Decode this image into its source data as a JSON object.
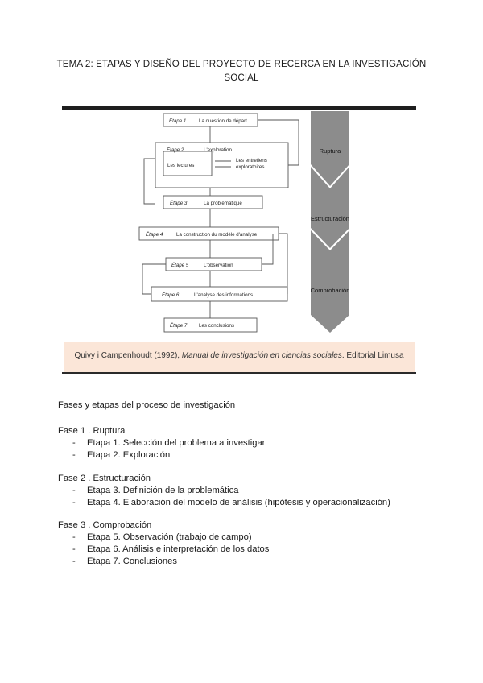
{
  "title_line1": "TEMA 2: ETAPAS Y DISEÑO DEL PROYECTO DE RECERCA EN LA INVESTIGACIÓN",
  "title_line2": "SOCIAL",
  "diagram": {
    "boxes": [
      {
        "label": "Étape 1",
        "text": "La question de départ"
      },
      {
        "label": "Étape 2",
        "text": "L'exploration"
      },
      {
        "label": "Étape 3",
        "text": "La problématique"
      },
      {
        "label": "Étape 4",
        "text": "La construction du modèle d'analyse"
      },
      {
        "label": "Étape 5",
        "text": "L'observation"
      },
      {
        "label": "Étape 6",
        "text": "L'analyse des informations"
      },
      {
        "label": "Étape 7",
        "text": "Les conclusions"
      }
    ],
    "inner_left": "Les lectures",
    "inner_right_1": "Les entretiens",
    "inner_right_2": "exploratoires",
    "phases": [
      "Ruptura",
      "Estructuración",
      "Comprobación"
    ]
  },
  "caption": {
    "authors": "Quivy i Campenhoudt (1992),",
    "book": "Manual de investigación en ciencias sociales",
    "publisher": ". Editorial Limusa"
  },
  "intro": "Fases y etapas del proceso de investigación",
  "phases": [
    {
      "title": "Fase 1 . Ruptura",
      "steps": [
        "Etapa 1. Selección del problema a investigar",
        "Etapa 2. Exploración"
      ]
    },
    {
      "title": "Fase 2 . Estructuración",
      "steps": [
        "Etapa 3. Definición de la problemática",
        "Etapa 4. Elaboración del modelo de análisis (hipótesis y operacionalización)"
      ]
    },
    {
      "title": "Fase 3 . Comprobación",
      "steps": [
        "Etapa 5. Observación (trabajo de campo)",
        "Etapa 6. Análisis e interpretación de los datos",
        "Etapa 7. Conclusiones"
      ]
    }
  ],
  "dash": "-"
}
